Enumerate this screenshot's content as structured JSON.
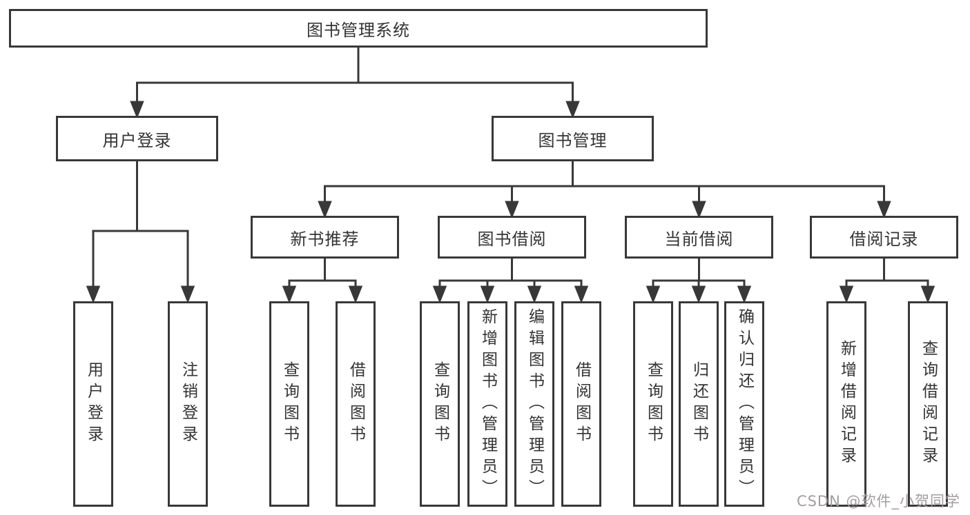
{
  "diagram": {
    "root": "图书管理系统",
    "level2": [
      "用户登录",
      "图书管理"
    ],
    "level3": [
      "新书推荐",
      "图书借阅",
      "当前借阅",
      "借阅记录"
    ],
    "leaves": {
      "user_login": [
        "用户登录",
        "注销登录"
      ],
      "new_book_recommend": [
        "查询图书",
        "借阅图书"
      ],
      "book_borrow": [
        "查询图书",
        "新增图书（管理员）",
        "编辑图书（管理员）",
        "借阅图书"
      ],
      "current_borrow": [
        "查询图书",
        "归还图书",
        "确认归还（管理员）"
      ],
      "borrow_records": [
        "新增借阅记录",
        "查询借阅记录"
      ]
    },
    "watermark": "CSDN @软件_小贺同学",
    "colors": {
      "line": "#383838",
      "box_border": "#383838",
      "text": "#333333",
      "background": "#ffffff",
      "watermark": "#a39d9d"
    }
  }
}
